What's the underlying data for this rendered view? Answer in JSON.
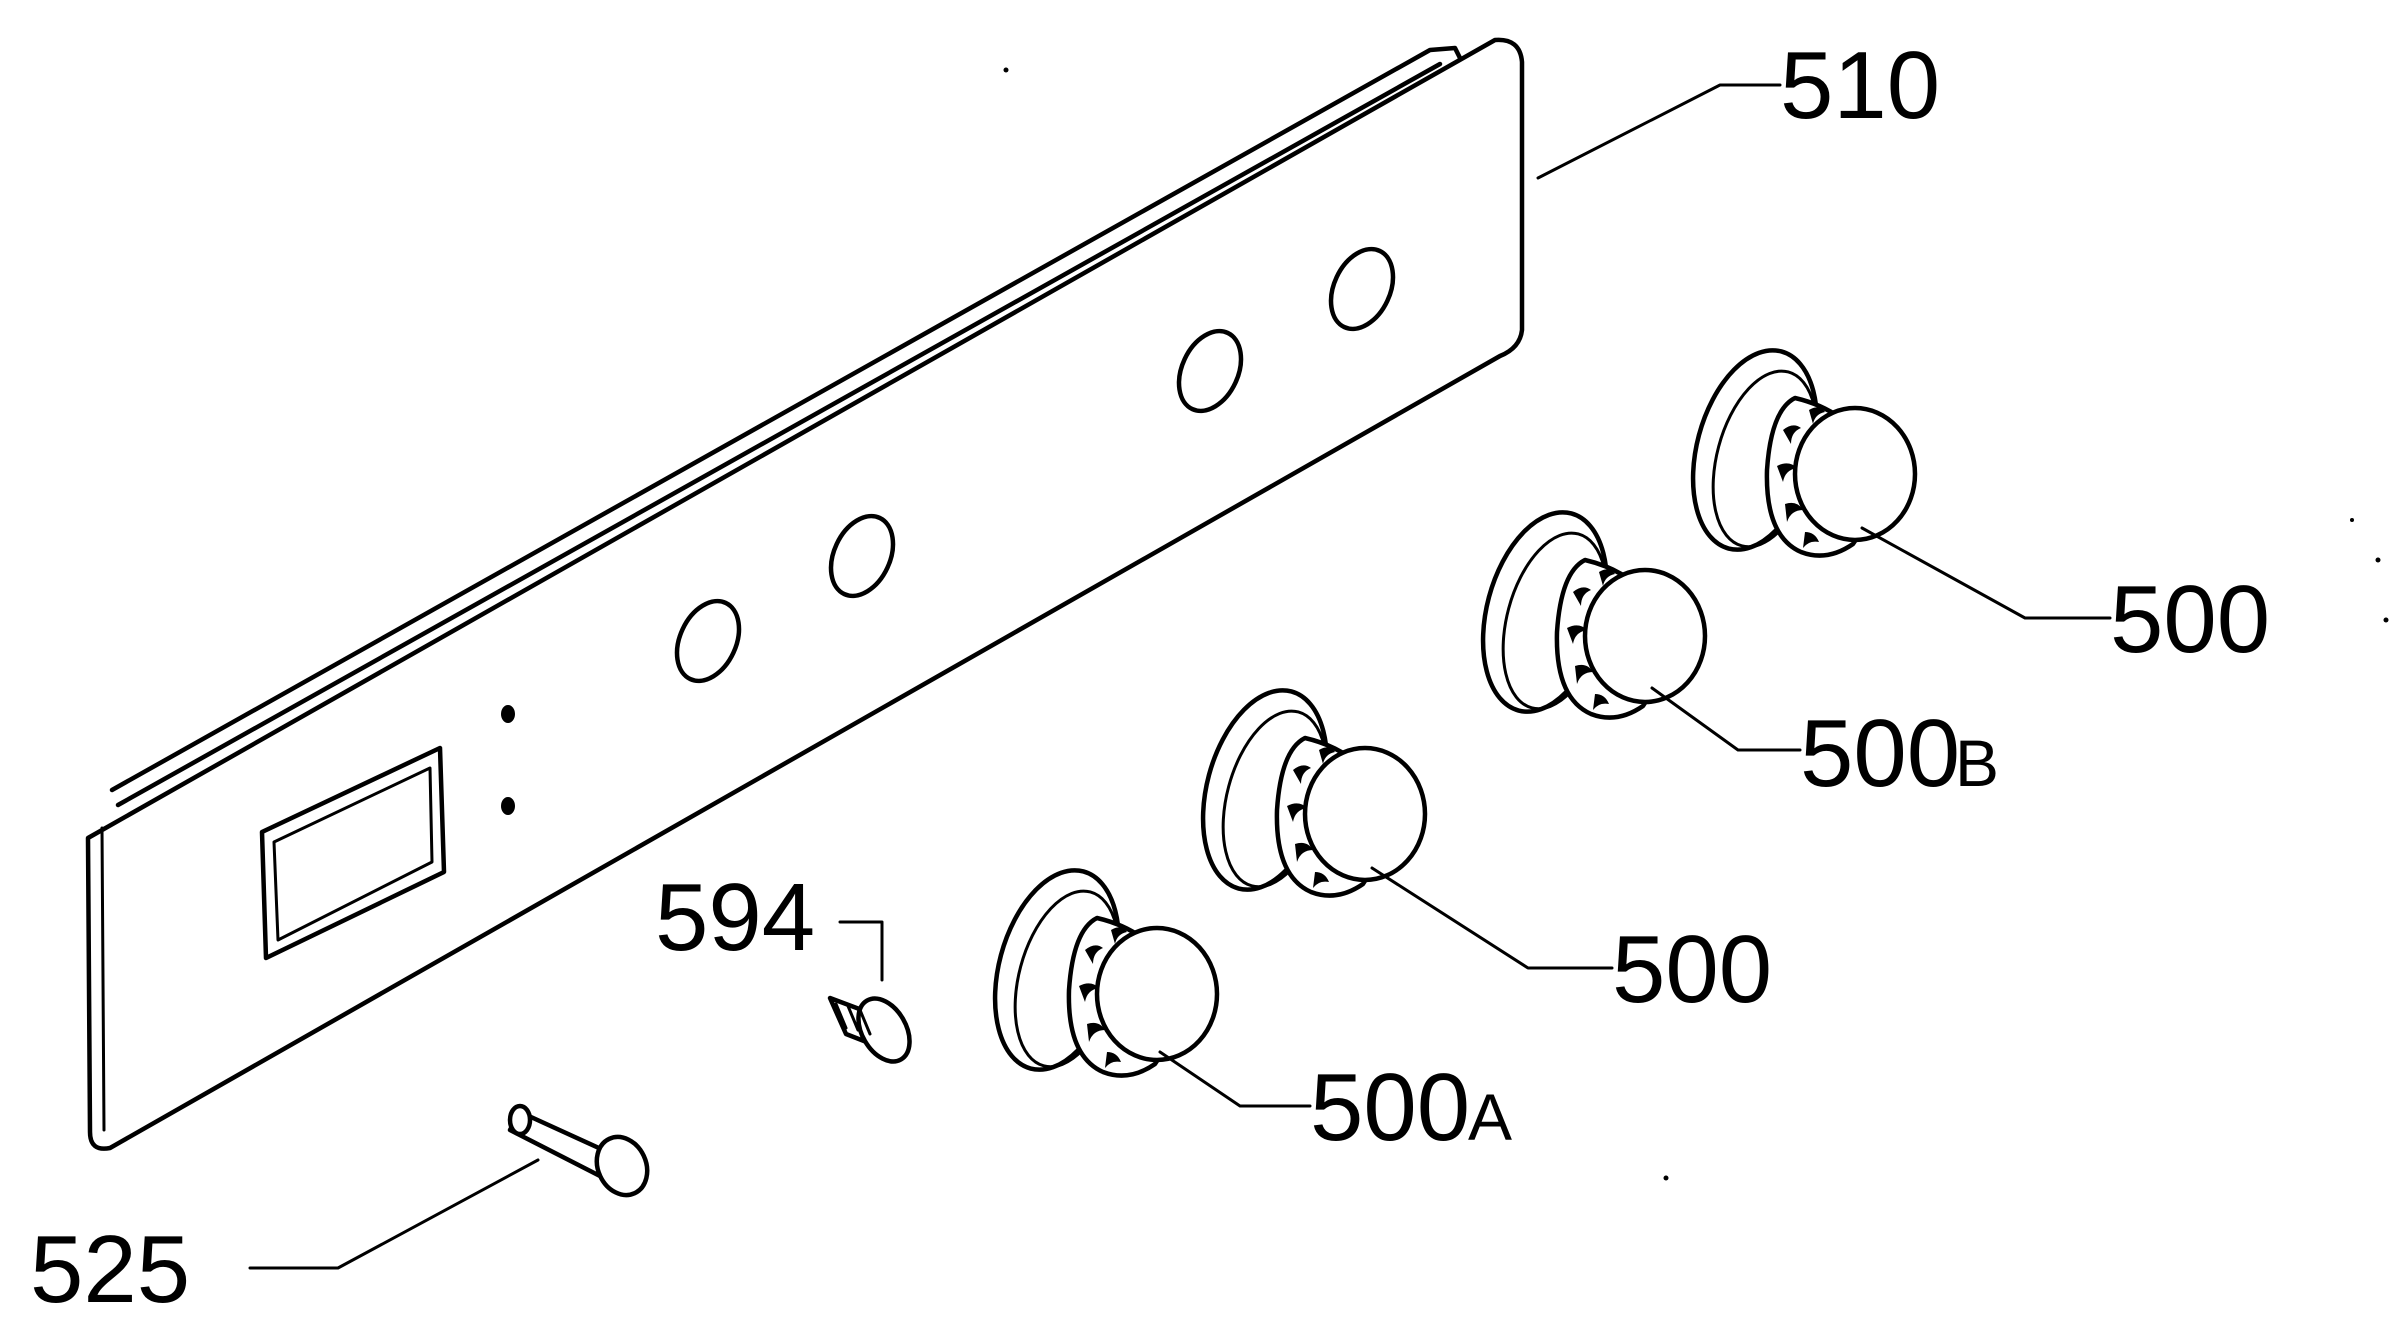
{
  "labels": {
    "panel": "510",
    "knob_top": "500",
    "knob_b": "500",
    "knob_b_suffix": "B",
    "knob_mid": "500",
    "knob_a": "500",
    "knob_a_suffix": "A",
    "screw": "594",
    "pin": "525"
  }
}
